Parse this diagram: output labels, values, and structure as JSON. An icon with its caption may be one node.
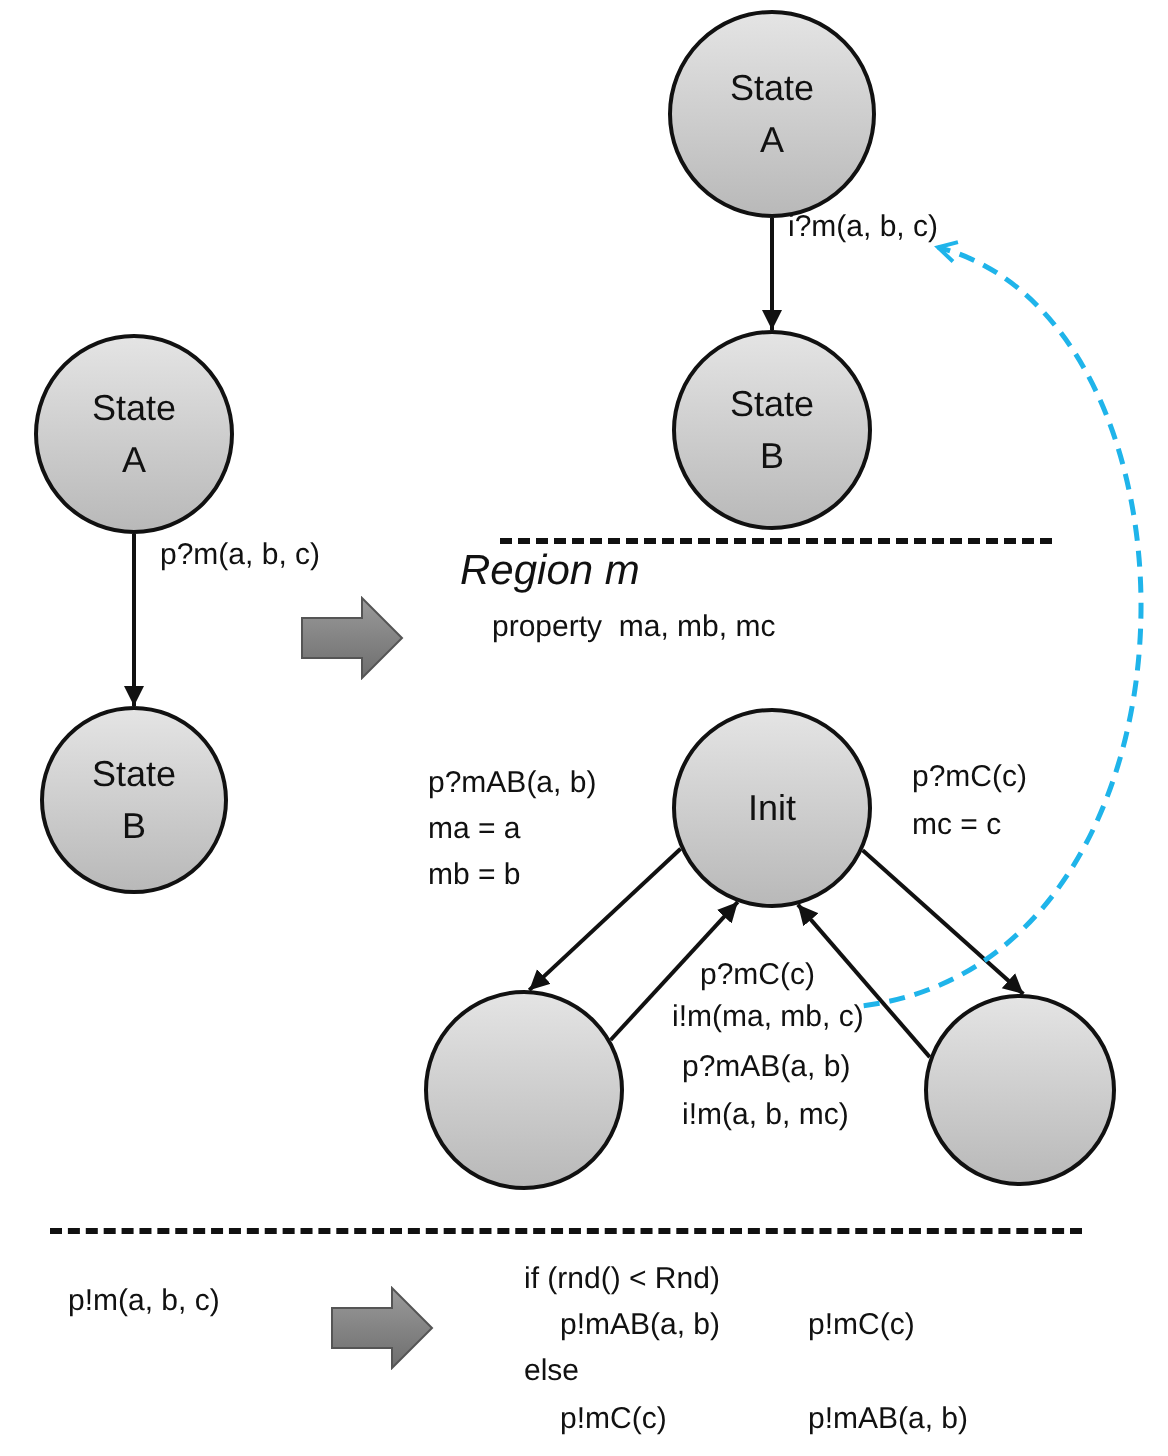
{
  "diagram": {
    "nodes": [
      {
        "text": [
          "State A"
        ]
      },
      {
        "text": [
          "State B"
        ]
      },
      {
        "text": [
          "State A"
        ]
      },
      {
        "text": [
          "State B"
        ]
      },
      {
        "text": [
          "Init"
        ]
      },
      {
        "text": [],
        "shape": "circle"
      },
      {
        "text": [],
        "shape": "circle"
      },
      {
        "text": [
          "i!m(ma, mb, c)"
        ]
      },
      {
        "text": [
          "i?m(a, b, c)"
        ]
      }
    ],
    "edges": [
      {
        "from": 0,
        "to": 1,
        "arrow": "to",
        "label": "p?m(a, b, c)"
      },
      {
        "from": 2,
        "to": 3,
        "arrow": "to"
      },
      {
        "from": 4,
        "to": 5,
        "arrow": "to",
        "label": "p?mAB(a, b)"
      },
      {
        "from": 5,
        "to": 4,
        "arrow": "to",
        "label": "p?mC(c)"
      },
      {
        "from": 4,
        "to": 6,
        "arrow": "to",
        "label": "p?mC(c)"
      },
      {
        "from": 6,
        "to": 4,
        "arrow": "to",
        "label": "p?mAB(a, b)"
      },
      {
        "from": 7,
        "to": 8,
        "arrow": "to",
        "style": "dashed",
        "color": "#1fb4ea"
      }
    ],
    "labels": [
      "Region m",
      "property  ma, mb, mc",
      "ma = a",
      "mb = b",
      "mc = c",
      "i!m(a, b, mc)",
      "p!m(a, b, c)",
      "if (rnd() < Rnd)",
      "p!mAB(a, b)",
      "p!mC(c)",
      "else",
      "p!mC(c)",
      "p!mAB(a, b)"
    ]
  }
}
